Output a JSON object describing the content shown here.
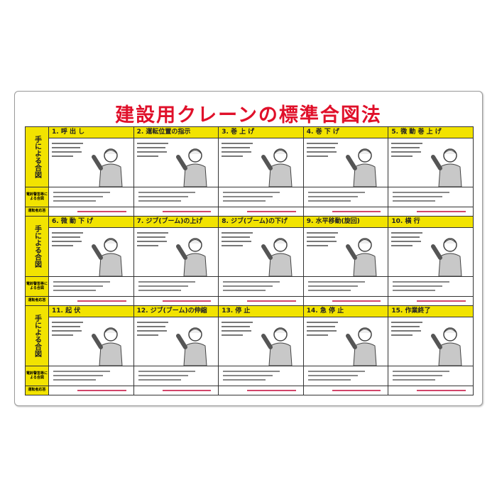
{
  "title": "建設用クレーンの標準合図法",
  "side_labels": {
    "hand": "手による合図",
    "sound": "電鈴警笛等による合図",
    "response": "運転者応答"
  },
  "colors": {
    "title": "#e0102a",
    "header": "#f2e300",
    "line": "#d2466a"
  },
  "signals": [
    [
      "1. 呼 出 し",
      "2. 運転位置の指示",
      "3. 巻 上 げ",
      "4. 巻 下 げ",
      "5. 微 動 巻 上 げ"
    ],
    [
      "6. 微 動 下 げ",
      "7. ジブ(ブーム)の上げ",
      "8. ジブ(ブーム)の下げ",
      "9. 水平移動(旋回)",
      "10. 横 行"
    ],
    [
      "11. 起 伏",
      "12. ジブ(ブーム)の伸縮",
      "13. 停 止",
      "14. 急 停 止",
      "15. 作業終了"
    ]
  ]
}
